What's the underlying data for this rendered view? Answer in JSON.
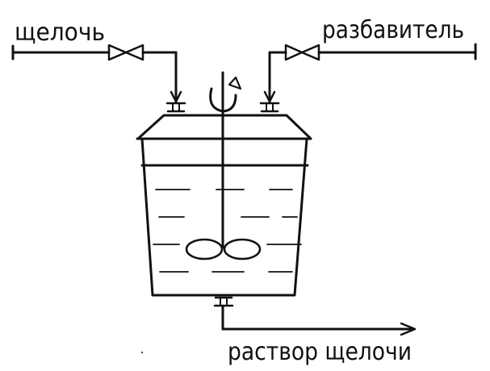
{
  "diagram": {
    "labels": {
      "alkali_inlet": "щелочь",
      "diluent_inlet": "разбавитель",
      "alkali_solution_outlet": "раствор щелочи"
    },
    "colors": {
      "ink": "#111111",
      "background": "#ffffff"
    },
    "icons": {
      "valve": "gate-valve-icon",
      "agitator": "propeller-agitator-icon",
      "rotation": "rotation-arrow-icon"
    }
  }
}
